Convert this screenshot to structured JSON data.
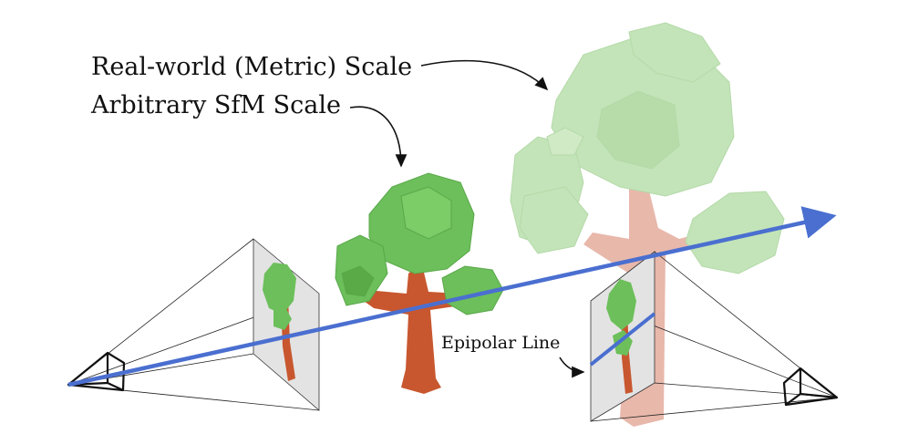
{
  "labels": {
    "real_world_scale": "Real-world (Metric) Scale",
    "arbitrary_sfm_scale": "Arbitrary SfM Scale",
    "epipolar_line": "Epipolar Line"
  },
  "colors": {
    "ray": "#4a6fd0",
    "tree_green_near": "#6cbf5a",
    "tree_trunk_near": "#c8572f",
    "tree_green_far": "#bfe3b4",
    "tree_trunk_far": "#e8b3a6",
    "image_plane": "#e3e3e3",
    "frustum": "#222222"
  }
}
